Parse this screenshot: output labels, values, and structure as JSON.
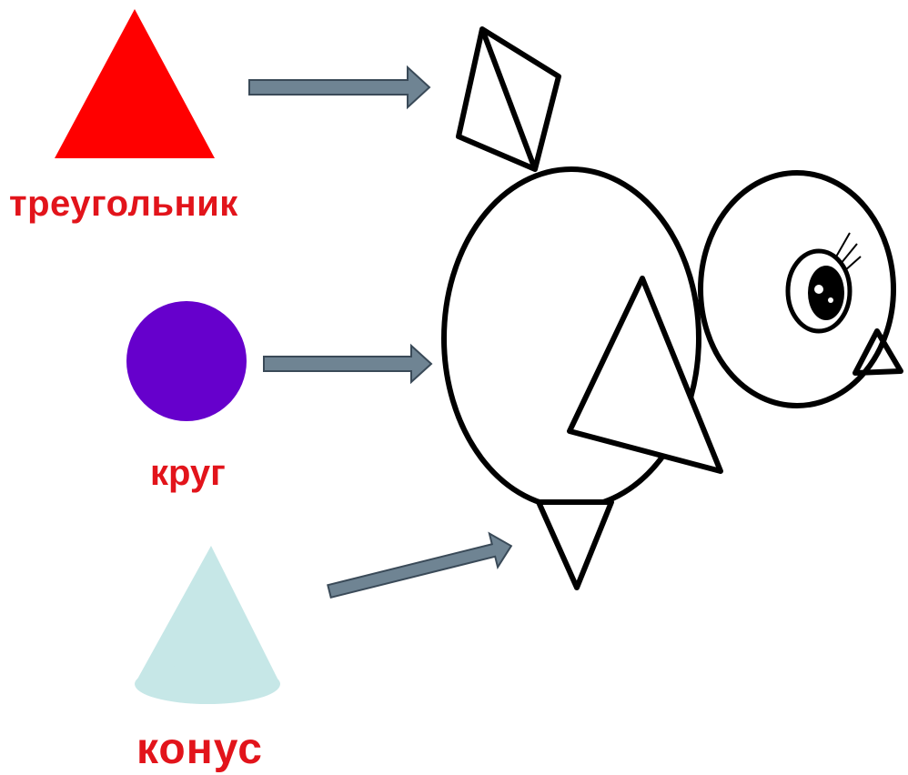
{
  "shapes": [
    {
      "label": "треугольник",
      "color": "#ff0000"
    },
    {
      "label": "круг",
      "color": "#6600cc"
    },
    {
      "label": "конус",
      "color": "#c6e7e7"
    }
  ],
  "colors": {
    "label": "#e2141b",
    "arrow_fill": "#6f8493",
    "arrow_stroke": "#3a4a58",
    "drawing": "#000000"
  },
  "drawing": {
    "subject": "bird made of geometric shapes",
    "parts": [
      "crest-triangles",
      "body-circle",
      "wing-triangle",
      "head-circle",
      "eye",
      "beak-triangle",
      "foot-triangle"
    ]
  }
}
